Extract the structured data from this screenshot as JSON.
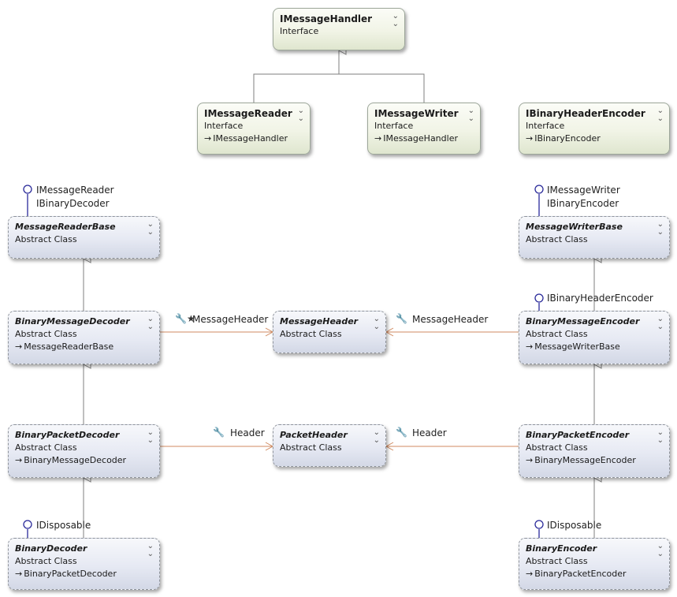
{
  "colors": {
    "interface_fill": "#f1f4e6",
    "abstract_fill": "#e6e9f3",
    "lollipop": "#2a2a9a",
    "association": "#d08a60",
    "inheritance": "#7f7f7f"
  },
  "types": [
    {
      "id": "IMessageHandler",
      "name": "IMessageHandler",
      "kind": "Interface",
      "base": ""
    },
    {
      "id": "IMessageReader",
      "name": "IMessageReader",
      "kind": "Interface",
      "base": "IMessageHandler"
    },
    {
      "id": "IMessageWriter",
      "name": "IMessageWriter",
      "kind": "Interface",
      "base": "IMessageHandler"
    },
    {
      "id": "IBinaryHeaderEncoder",
      "name": "IBinaryHeaderEncoder",
      "kind": "Interface",
      "base": "IBinaryEncoder"
    },
    {
      "id": "MessageReaderBase",
      "name": "MessageReaderBase",
      "kind": "Abstract Class",
      "base": ""
    },
    {
      "id": "MessageWriterBase",
      "name": "MessageWriterBase",
      "kind": "Abstract Class",
      "base": ""
    },
    {
      "id": "BinaryMessageDecoder",
      "name": "BinaryMessageDecoder",
      "kind": "Abstract Class",
      "base": "MessageReaderBase"
    },
    {
      "id": "MessageHeader",
      "name": "MessageHeader",
      "kind": "Abstract Class",
      "base": ""
    },
    {
      "id": "BinaryMessageEncoder",
      "name": "BinaryMessageEncoder",
      "kind": "Abstract Class",
      "base": "MessageWriterBase"
    },
    {
      "id": "BinaryPacketDecoder",
      "name": "BinaryPacketDecoder",
      "kind": "Abstract Class",
      "base": "BinaryMessageDecoder"
    },
    {
      "id": "PacketHeader",
      "name": "PacketHeader",
      "kind": "Abstract Class",
      "base": ""
    },
    {
      "id": "BinaryPacketEncoder",
      "name": "BinaryPacketEncoder",
      "kind": "Abstract Class",
      "base": "BinaryMessageEncoder"
    },
    {
      "id": "BinaryDecoder",
      "name": "BinaryDecoder",
      "kind": "Abstract Class",
      "base": "BinaryPacketDecoder"
    },
    {
      "id": "BinaryEncoder",
      "name": "BinaryEncoder",
      "kind": "Abstract Class",
      "base": "BinaryPacketEncoder"
    }
  ],
  "lollipops": [
    {
      "id": "reader-base-ifaces",
      "labels": [
        "IMessageReader",
        "IBinaryDecoder"
      ]
    },
    {
      "id": "writer-base-ifaces",
      "labels": [
        "IMessageWriter",
        "IBinaryEncoder"
      ]
    },
    {
      "id": "msg-encoder-iface",
      "labels": [
        "IBinaryHeaderEncoder"
      ]
    },
    {
      "id": "binary-decoder-iface",
      "labels": [
        "IDisposable"
      ]
    },
    {
      "id": "binary-encoder-iface",
      "labels": [
        "IDisposable"
      ]
    }
  ],
  "associations": [
    {
      "id": "dec-msgheader",
      "label": "MessageHeader"
    },
    {
      "id": "enc-msgheader",
      "label": "MessageHeader"
    },
    {
      "id": "dec-pktheader",
      "label": "Header"
    },
    {
      "id": "enc-pktheader",
      "label": "Header"
    }
  ],
  "icons": {
    "collapse": "double-chevron-down-icon",
    "base_arrow": "inherits-arrow-icon",
    "property": "wrench-icon"
  }
}
